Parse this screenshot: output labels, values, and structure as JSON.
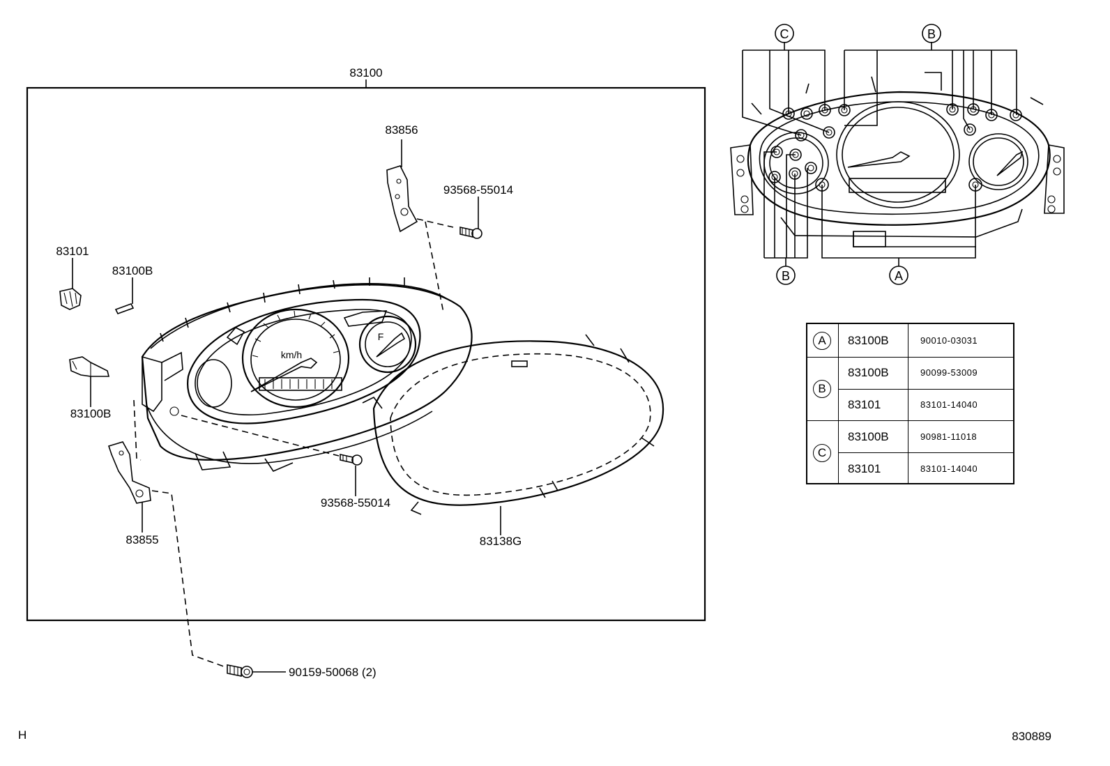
{
  "labels": {
    "assembly": "83100",
    "bracket_upper": "83856",
    "screw_upper": "93568-55014",
    "socket": "83101",
    "bulb_small": "83100B",
    "bulb_socket": "83100B",
    "screw_lower": "93568-55014",
    "bracket_lower": "83855",
    "lens": "83138G",
    "bolt": "90159-50068 (2)",
    "corner_left": "H",
    "corner_right": "830889"
  },
  "callouts": {
    "c_top": "C",
    "b_top": "B",
    "b_bottom": "B",
    "a_bottom": "A"
  },
  "gauge_text": {
    "unit": "km/h",
    "fuel": "F"
  },
  "table": {
    "groups": [
      {
        "letter": "A",
        "rows": [
          {
            "part": "83100B",
            "code": "90010-03031"
          }
        ]
      },
      {
        "letter": "B",
        "rows": [
          {
            "part": "83100B",
            "code": "90099-53009"
          },
          {
            "part": "83101",
            "code": "83101-14040"
          }
        ]
      },
      {
        "letter": "C",
        "rows": [
          {
            "part": "83100B",
            "code": "90981-11018"
          },
          {
            "part": "83101",
            "code": "83101-14040"
          }
        ]
      }
    ]
  }
}
